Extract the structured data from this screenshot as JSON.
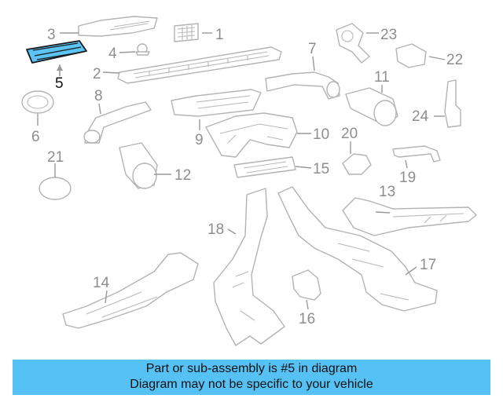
{
  "callouts": {
    "c1": "1",
    "c2": "2",
    "c3": "3",
    "c4": "4",
    "c5": "5",
    "c6": "6",
    "c7": "7",
    "c8": "8",
    "c9": "9",
    "c10": "10",
    "c11": "11",
    "c12": "12",
    "c13": "13",
    "c14": "14",
    "c15": "15",
    "c16": "16",
    "c17": "17",
    "c18": "18",
    "c19": "19",
    "c20": "20",
    "c21": "21",
    "c22": "22",
    "c23": "23",
    "c24": "24"
  },
  "highlight": {
    "part": "5",
    "color": "#56c1f4"
  },
  "banner": {
    "line1": "Part or sub-assembly is #5 in diagram",
    "line2": "Diagram may not be specific to your vehicle",
    "background": "#56c1f4"
  }
}
